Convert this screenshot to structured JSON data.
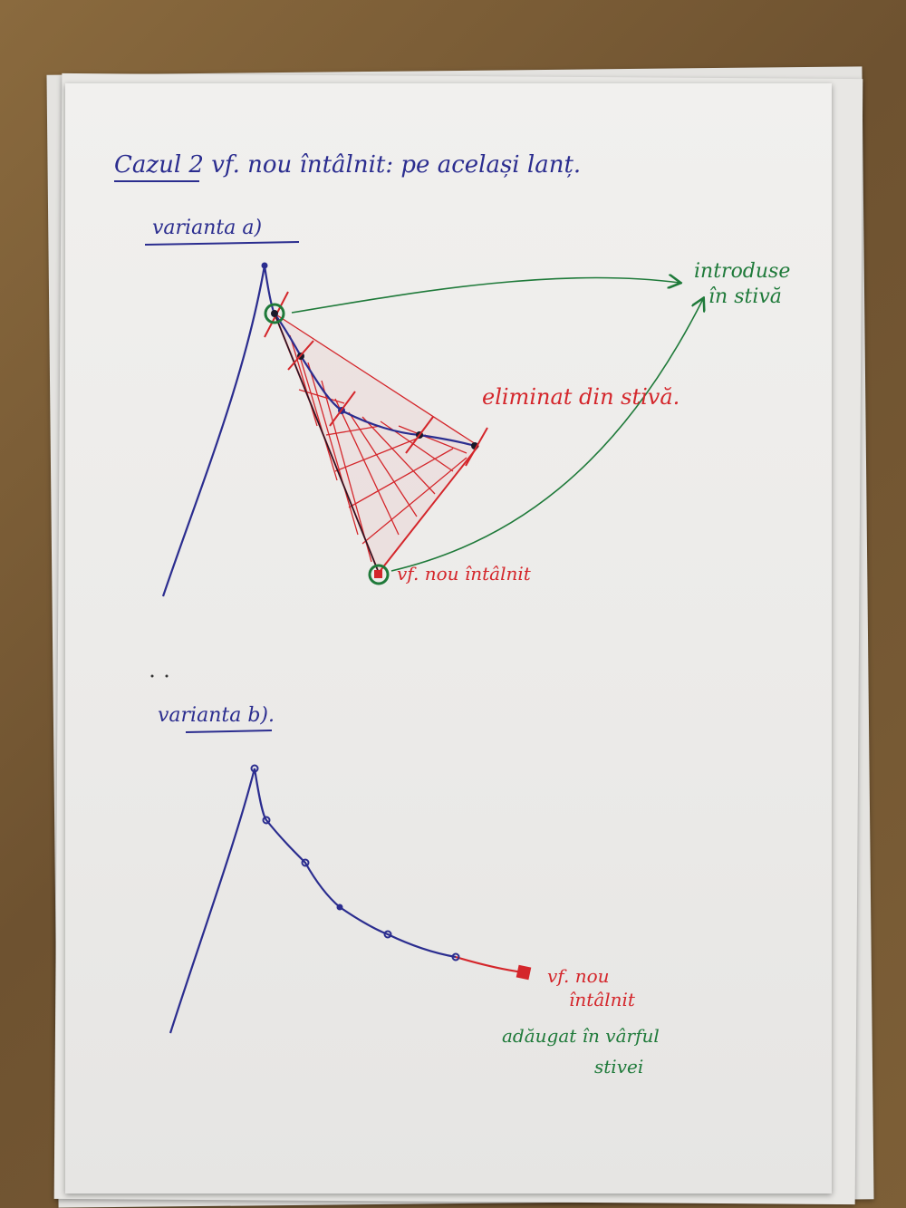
{
  "title": "Cazul 2   vf. nou întâlnit: pe același lanț.",
  "variant_a": {
    "heading": "varianta a)",
    "label_pushed_line1": "introduse",
    "label_pushed_line2": "în stivă",
    "label_removed": "eliminat din stivă.",
    "label_new_vertex": "vf. nou întâlnit"
  },
  "variant_b": {
    "heading": "varianta b).",
    "label_new_vertex_line1": "vf. nou",
    "label_new_vertex_line2": "întâlnit",
    "label_added_line1": "adăugat în vârful",
    "label_added_line2": "stivei"
  },
  "colors": {
    "blue_ink": "#2b2d8f",
    "green_ink": "#1f7a3a",
    "red_ink": "#d4262b",
    "paper": "#ecebe9",
    "table": "#7d5f37"
  }
}
